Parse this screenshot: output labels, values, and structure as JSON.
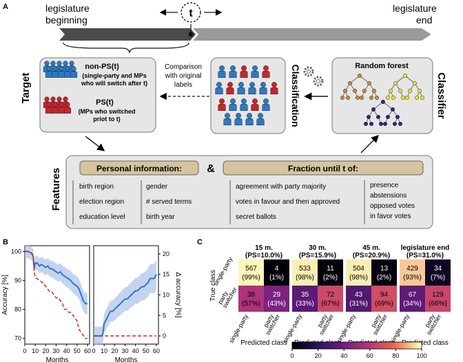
{
  "panel_labels": {
    "a": "A",
    "b": "B",
    "c": "C"
  },
  "timeline": {
    "start_label": [
      "legislature",
      "beginning"
    ],
    "end_label": [
      "legislature",
      "end"
    ],
    "t_label": "t"
  },
  "target": {
    "title": "Target",
    "non_ps_title": "non-PS(t)",
    "non_ps_desc": [
      "(single-party and MPs",
      "who will switch after t)"
    ],
    "ps_title": "PS(t)",
    "ps_desc": [
      "(MPs who switched",
      "priot to t)"
    ]
  },
  "comparison_text": [
    "Comparison",
    "with original",
    "labels"
  ],
  "classification": {
    "title": "Classification"
  },
  "classifier": {
    "title": "Classifier",
    "model_label": "Random forest"
  },
  "features": {
    "title": "Features",
    "ampersand": "&",
    "personal": {
      "header": "Personal information:",
      "col1": [
        "birth region",
        "election region",
        "education level"
      ],
      "col2": [
        "gender",
        "# served terms",
        "birth year"
      ]
    },
    "fraction": {
      "header": "Fraction until t of:",
      "col1": [
        "agreement with party majority",
        "votes in favour and then approved",
        "secret ballots"
      ],
      "col2": [
        "presence",
        "abstensions",
        "opposed votes",
        "in favor votes"
      ]
    }
  },
  "colors": {
    "blue": "#2a7ac4",
    "red": "#c8242b",
    "box": "#e6e6e6",
    "tan": "#d6c4a0",
    "timeline_dark": "#4b4b4b",
    "timeline_light": "#9a9a9a",
    "line_blue": "#2a7ac4",
    "line_red": "#e0201c"
  },
  "chart_data": [
    {
      "type": "line",
      "xlabel": "Months",
      "ylabel": "Accuracy [%]",
      "xlim": [
        0,
        62
      ],
      "ylim": [
        68,
        102
      ],
      "xticks": [
        "0",
        "10",
        "20",
        "30",
        "40",
        "50",
        "60"
      ],
      "yticks": [
        "70",
        "80",
        "90",
        "100"
      ],
      "series": [
        {
          "x": [
            0,
            3,
            6,
            8,
            9,
            10,
            12,
            14,
            16,
            18,
            20,
            22,
            24,
            26,
            28,
            30,
            32,
            34,
            36,
            38,
            40,
            42,
            44,
            46,
            48,
            50,
            52,
            54,
            56,
            58,
            60
          ],
          "values": [
            100,
            100,
            99.5,
            98.5,
            94,
            96,
            96,
            95,
            95.5,
            95,
            94.5,
            95,
            94,
            94,
            93.5,
            93,
            92.5,
            93,
            92,
            91.5,
            91,
            90.5,
            90,
            89,
            88.5,
            88,
            87,
            85,
            83,
            82,
            82
          ]
        },
        {
          "x": [
            0,
            3,
            6,
            8,
            9,
            10,
            14,
            18,
            22,
            24,
            26,
            28,
            30,
            32,
            34,
            36,
            38,
            40,
            42,
            44,
            46,
            48,
            50,
            52,
            54,
            56,
            58,
            60
          ],
          "values": [
            100,
            100,
            99.5,
            99,
            93,
            91,
            90,
            89,
            87,
            86,
            86,
            85,
            84,
            84,
            83,
            82,
            80,
            80,
            79,
            79,
            78,
            77,
            76,
            73,
            72,
            71,
            70,
            70
          ]
        }
      ]
    },
    {
      "type": "line",
      "xlabel": "Months",
      "ylabel": "Δ accuracy [%]",
      "xlim": [
        0,
        62
      ],
      "ylim": [
        -2,
        22
      ],
      "xticks": [
        "0",
        "10",
        "20",
        "30",
        "40",
        "50",
        "60"
      ],
      "yticks": [
        "0",
        "5",
        "10",
        "15",
        "20"
      ],
      "series": [
        {
          "x": [
            0,
            5,
            8,
            9,
            10,
            12,
            14,
            16,
            18,
            20,
            22,
            24,
            26,
            28,
            30,
            32,
            34,
            36,
            38,
            40,
            42,
            44,
            46,
            48,
            50,
            52,
            54,
            56,
            58,
            60
          ],
          "values": [
            0,
            0,
            0,
            1,
            3,
            4,
            5,
            6,
            6,
            6.5,
            7,
            7.5,
            8,
            8.5,
            9,
            9,
            9.5,
            10,
            10.5,
            11,
            11,
            11.5,
            12,
            12,
            12.5,
            13,
            14,
            14,
            14,
            15
          ]
        },
        {
          "x": [
            0,
            60
          ],
          "values": [
            0,
            0
          ]
        }
      ]
    },
    {
      "type": "heatmap",
      "ylabel": "True class",
      "xlabel": "Predicted class",
      "row_labels": [
        "single-party",
        "party switcher"
      ],
      "col_labels": [
        "single-party",
        "party switcher"
      ],
      "colorbar": {
        "min": 0,
        "max": 100,
        "ticks": [
          "0",
          "20",
          "40",
          "60",
          "80",
          "100"
        ]
      },
      "matrices": [
        {
          "title": "15 m.",
          "subtitle": "(PS=10.0%)",
          "cells": [
            [
              "567",
              "(99%)",
              99
            ],
            [
              "4",
              "(1%)",
              1
            ],
            [
              "38",
              "(57%)",
              57
            ],
            [
              "29",
              "(43%)",
              43
            ]
          ]
        },
        {
          "title": "30 m.",
          "subtitle": "(PS=15.9%)",
          "cells": [
            [
              "533",
              "(98%)",
              98
            ],
            [
              "11",
              "(2%)",
              2
            ],
            [
              "35",
              "(33%)",
              33
            ],
            [
              "72",
              "(67%)",
              67
            ]
          ]
        },
        {
          "title": "45 m.",
          "subtitle": "(PS=20.9%)",
          "cells": [
            [
              "504",
              "(98%)",
              98
            ],
            [
              "13",
              "(2%)",
              2
            ],
            [
              "43",
              "(31%)",
              31
            ],
            [
              "94",
              "(69%)",
              69
            ]
          ]
        },
        {
          "title": "legislature end",
          "subtitle": "(PS=31.0%)",
          "cells": [
            [
              "429",
              "(93%)",
              93
            ],
            [
              "34",
              "(7%)",
              7
            ],
            [
              "67",
              "(34%)",
              34
            ],
            [
              "129",
              "(66%)",
              66
            ]
          ]
        }
      ]
    }
  ]
}
